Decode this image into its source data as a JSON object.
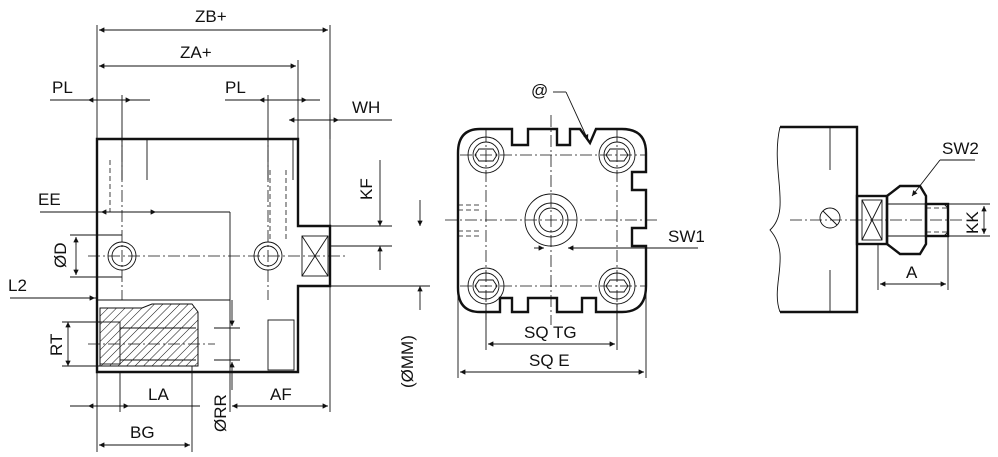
{
  "labels": {
    "zb": "ZB+",
    "za": "ZA+",
    "pl_left": "PL",
    "pl_right": "PL",
    "wh": "WH",
    "kf": "KF",
    "ee": "EE",
    "d": "ØD",
    "l2": "L2",
    "rt": "RT",
    "la": "LA",
    "rr": "ØRR",
    "af": "AF",
    "bg": "BG",
    "mm": "(ØMM)",
    "at": "@",
    "sw1": "SW1",
    "sq_tg": "SQ TG",
    "sq_e": "SQ E",
    "sw2": "SW2",
    "kk": "KK",
    "a": "A"
  }
}
